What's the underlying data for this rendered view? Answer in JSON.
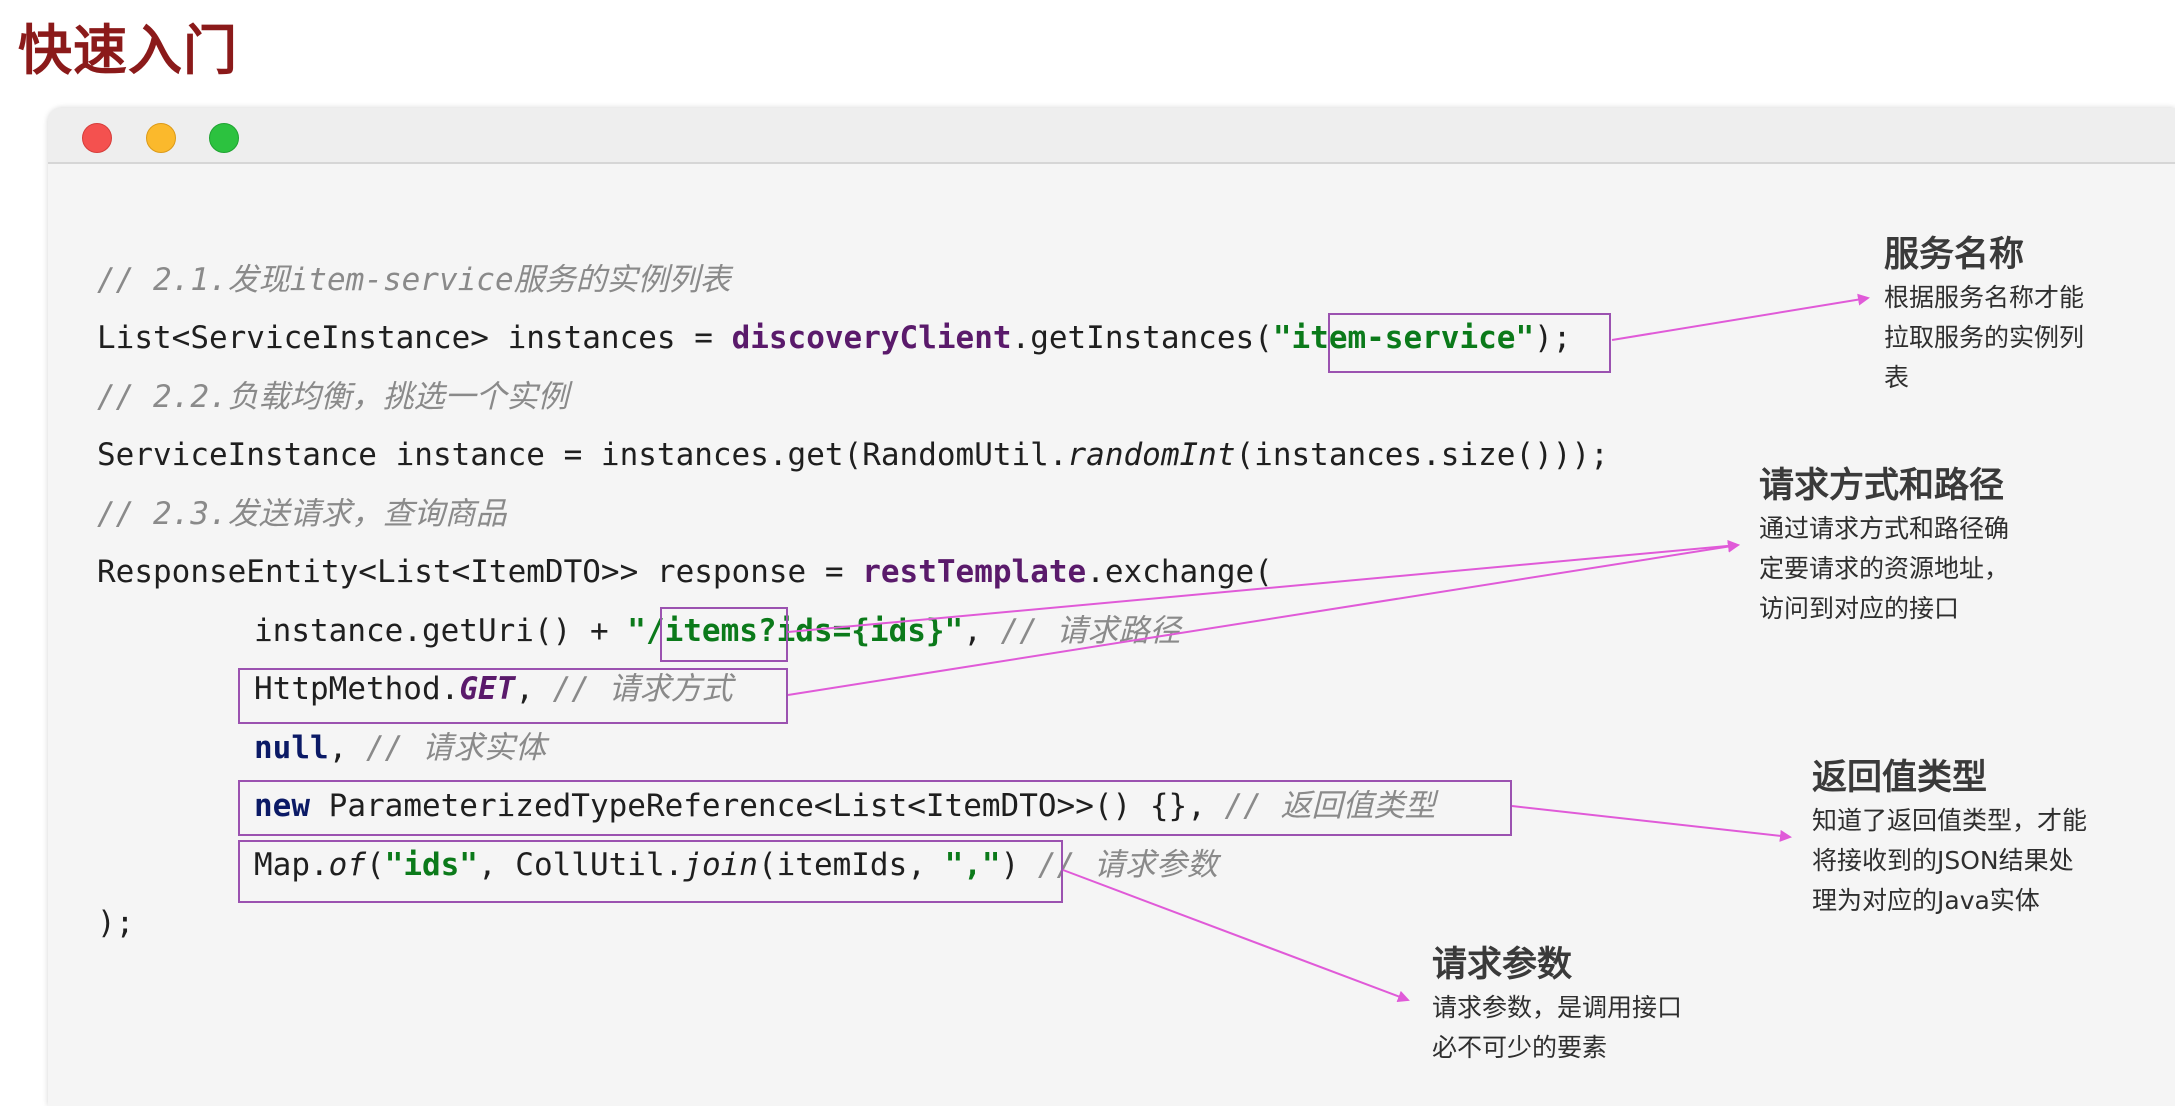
{
  "page_title": "快速入门",
  "window_controls": {
    "close_color": "#f4514f",
    "minimize_color": "#fbb92c",
    "maximize_color": "#2cc23f"
  },
  "code": {
    "comment1": "// 2.1.发现item-service服务的实例列表",
    "l2_a": "List<ServiceInstance> instances = ",
    "l2_b": "discoveryClient",
    "l2_c": ".getInstances(",
    "l2_d": "\"item-service\"",
    "l2_e": ");",
    "comment2": "// 2.2.负载均衡，挑选一个实例",
    "l4_a": "ServiceInstance instance = instances.get(RandomUtil.",
    "l4_b": "randomInt",
    "l4_c": "(instances.size()));",
    "comment3": "// 2.3.发送请求，查询商品",
    "l6_a": "ResponseEntity<List<ItemDTO>> response = ",
    "l6_b": "restTemplate",
    "l6_c": ".exchange(",
    "l7_a": "instance.getUri() + ",
    "l7_b": "\"/items?ids={ids}\"",
    "l7_c": ", ",
    "l7_d": "// 请求路径",
    "l8_a": "HttpMethod.",
    "l8_b": "GET",
    "l8_c": ", ",
    "l8_d": "// 请求方式",
    "l9_a": "null",
    "l9_b": ", ",
    "l9_c": "// 请求实体",
    "l10_a": "new",
    "l10_b": " ParameterizedTypeReference<List<ItemDTO>>() {}, ",
    "l10_c": "// 返回值类型",
    "l11_a": "Map.",
    "l11_b": "of",
    "l11_c": "(",
    "l11_d": "\"ids\"",
    "l11_e": ", CollUtil.",
    "l11_f": "join",
    "l11_g": "(itemIds, ",
    "l11_h": "\",\"",
    "l11_i": ") ",
    "l11_j": "// 请求参数",
    "l12": ");"
  },
  "notes": {
    "service_name": {
      "title": "服务名称",
      "lines": [
        "根据服务名称才能",
        "拉取服务的实例列",
        "表"
      ]
    },
    "method_path": {
      "title": "请求方式和路径",
      "lines": [
        "通过请求方式和路径确",
        "定要请求的资源地址，",
        "访问到对应的接口"
      ]
    },
    "return_type": {
      "title": "返回值类型",
      "lines": [
        "知道了返回值类型，才能",
        "将接收到的JSON结果处",
        "理为对应的Java实体"
      ]
    },
    "request_params": {
      "title": "请求参数",
      "lines": [
        "请求参数，是调用接口",
        "必不可少的要素"
      ]
    }
  },
  "colors": {
    "title": "#8b1a1a",
    "annotation": "#9b52b0",
    "arrow": "#e05ad8",
    "string": "#0b7a1a",
    "field": "#5a1a6b",
    "keyword": "#0b1a66",
    "comment": "#8a8a8a"
  }
}
